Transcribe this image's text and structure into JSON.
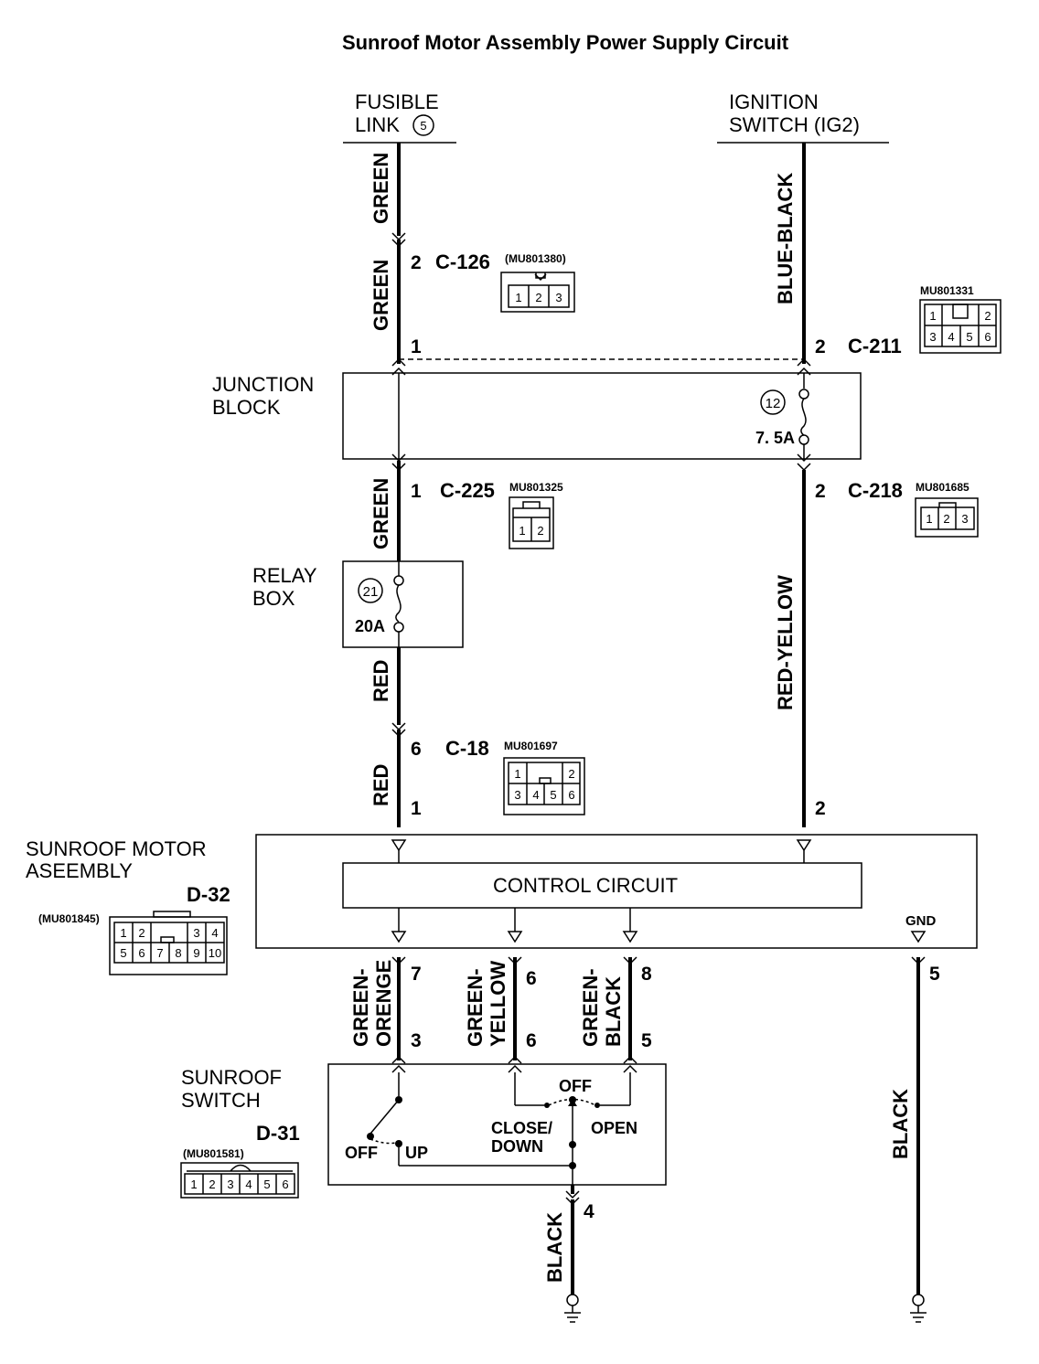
{
  "title": "Sunroof Motor Assembly Power Supply Circuit",
  "sources": {
    "fusible_link_line1": "FUSIBLE",
    "fusible_link_line2": "LINK",
    "fusible_link_num": "5",
    "ignition_line1": "IGNITION",
    "ignition_line2": "SWITCH (IG2)"
  },
  "components": {
    "junction_block_line1": "JUNCTION",
    "junction_block_line2": "BLOCK",
    "jb_fuse_num": "12",
    "jb_fuse_rating": "7. 5A",
    "relay_box_line1": "RELAY",
    "relay_box_line2": "BOX",
    "rb_fuse_num": "21",
    "rb_fuse_rating": "20A",
    "motor_line1": "SUNROOF MOTOR",
    "motor_line2": "ASEEMBLY",
    "motor_id": "D-32",
    "control_circuit": "CONTROL CIRCUIT",
    "gnd": "GND",
    "switch_line1": "SUNROOF",
    "switch_line2": "SWITCH",
    "switch_id": "D-31",
    "sw_off_left": "OFF",
    "sw_up": "UP",
    "sw_off_top": "OFF",
    "sw_close_line1": "CLOSE/",
    "sw_close_line2": "DOWN",
    "sw_open": "OPEN"
  },
  "wires": {
    "left_top": "GREEN",
    "left_mid": "GREEN",
    "left_after_jb": "GREEN",
    "left_red1": "RED",
    "left_red2": "RED",
    "right_top": "BLUE-BLACK",
    "right_mid": "RED-YELLOW",
    "go_line1": "GREEN-",
    "go_line2": "ORENGE",
    "gy_line1": "GREEN-",
    "gy_line2": "YELLOW",
    "gb_line1": "GREEN-",
    "gb_line2": "BLACK",
    "black_right": "BLACK",
    "black_bottom": "BLACK"
  },
  "pins": {
    "c126_pin": "2",
    "left_jb_in": "1",
    "c211_pin": "2",
    "c225_pin": "1",
    "c218_pin": "2",
    "c18_pin": "6",
    "d32_left": "1",
    "d32_right": "2",
    "d32_go": "7",
    "d32_gy": "6",
    "d32_gb": "8",
    "d32_gnd": "5",
    "d31_go": "3",
    "d31_gy": "6",
    "d31_gb": "5",
    "d31_gnd": "4"
  },
  "connectors": {
    "c126": {
      "name": "C-126",
      "part": "(MU801380)",
      "cells": [
        "1",
        "2",
        "3"
      ]
    },
    "c211": {
      "name": "C-211",
      "part": "MU801331",
      "top": [
        "1",
        "2"
      ],
      "bottom": [
        "3",
        "4",
        "5",
        "6"
      ]
    },
    "c225": {
      "name": "C-225",
      "part": "MU801325",
      "cells": [
        "1",
        "2"
      ]
    },
    "c218": {
      "name": "C-218",
      "part": "MU801685",
      "cells": [
        "1",
        "2",
        "3"
      ]
    },
    "c18": {
      "name": "C-18",
      "part": "MU801697",
      "top": [
        "1",
        "2"
      ],
      "bottom": [
        "3",
        "4",
        "5",
        "6"
      ]
    },
    "d32": {
      "part": "(MU801845)",
      "top": [
        "1",
        "2",
        "3",
        "4"
      ],
      "bottom": [
        "5",
        "6",
        "7",
        "8",
        "9",
        "10"
      ]
    },
    "d31": {
      "part": "(MU801581)",
      "cells": [
        "1",
        "2",
        "3",
        "4",
        "5",
        "6"
      ]
    }
  }
}
